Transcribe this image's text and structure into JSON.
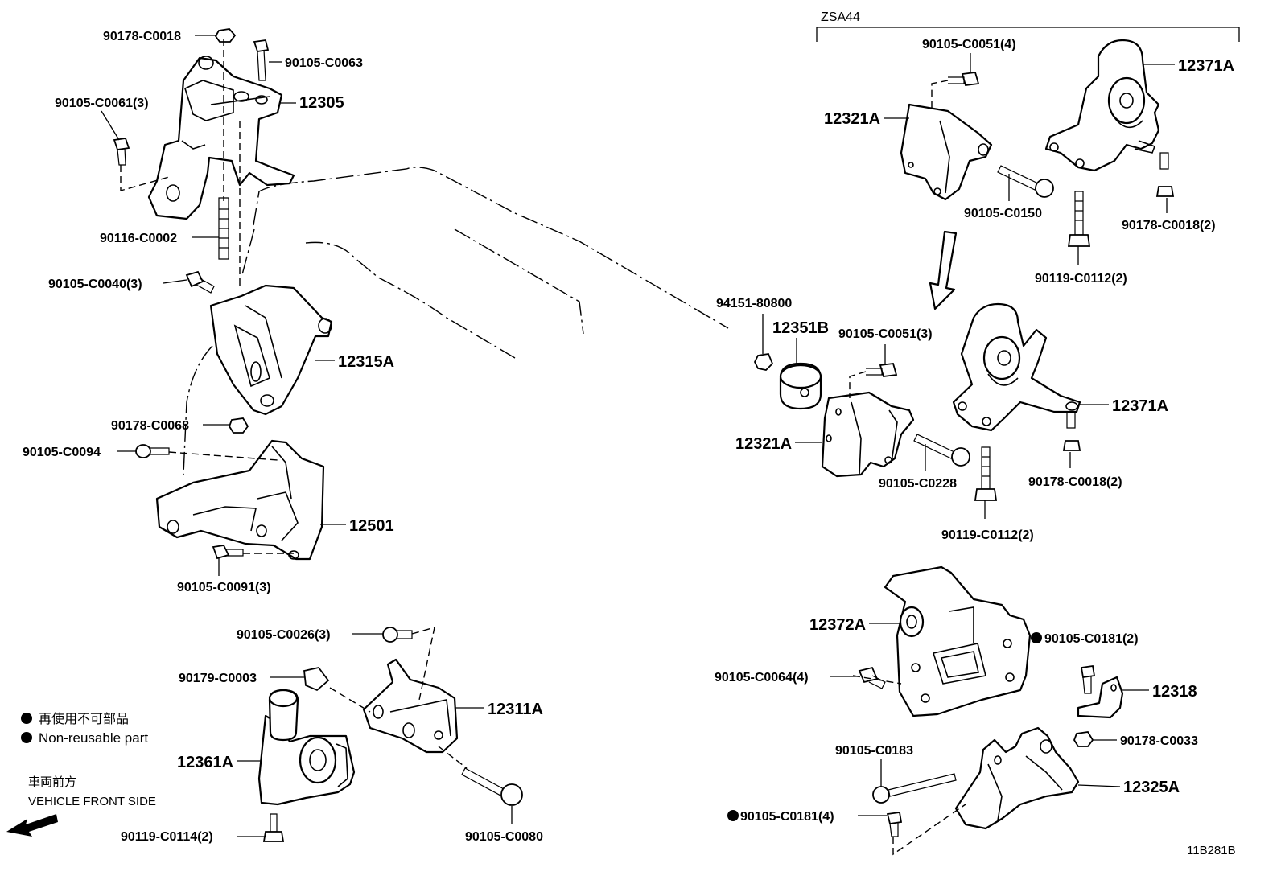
{
  "labels": {
    "p_90178_C0018_top": "90178-C0018",
    "p_90105_C0063": "90105-C0063",
    "p_12305": "12305",
    "p_90105_C0061": "90105-C0061(3)",
    "p_90116_C0002": "90116-C0002",
    "p_90105_C0040": "90105-C0040(3)",
    "p_12315A": "12315A",
    "p_90178_C0068": "90178-C0068",
    "p_90105_C0094": "90105-C0094",
    "p_12501": "12501",
    "p_90105_C0091": "90105-C0091(3)",
    "p_90105_C0026": "90105-C0026(3)",
    "p_90179_C0003": "90179-C0003",
    "p_12311A": "12311A",
    "p_12361A": "12361A",
    "p_90119_C0114": "90119-C0114(2)",
    "p_90105_C0080": "90105-C0080",
    "zsa44": "ZSA44",
    "p_90105_C0051_top": "90105-C0051(4)",
    "p_12371A_top": "12371A",
    "p_12321A_top": "12321A",
    "p_90105_C0150": "90105-C0150",
    "p_90178_C0018_r1": "90178-C0018(2)",
    "p_90119_C0112_r1": "90119-C0112(2)",
    "p_94151_80800": "94151-80800",
    "p_12351B": "12351B",
    "p_90105_C0051_mid": "90105-C0051(3)",
    "p_12371A_mid": "12371A",
    "p_12321A_mid": "12321A",
    "p_90105_C0228": "90105-C0228",
    "p_90178_C0018_r2": "90178-C0018(2)",
    "p_90119_C0112_r2": "90119-C0112(2)",
    "p_12372A": "12372A",
    "p_90105_C0181_a": "90105-C0181(2)",
    "p_90105_C0064": "90105-C0064(4)",
    "p_12318": "12318",
    "p_90178_C0033": "90178-C0033",
    "p_90105_C0183": "90105-C0183",
    "p_12325A": "12325A",
    "p_90105_C0181_b": "90105-C0181(4)",
    "legend_jp": "再使用不可部品",
    "legend_en": "Non-reusable part",
    "front_jp": "車両前方",
    "front_en": "VEHICLE FRONT SIDE",
    "diagram_id": "11B281B"
  }
}
